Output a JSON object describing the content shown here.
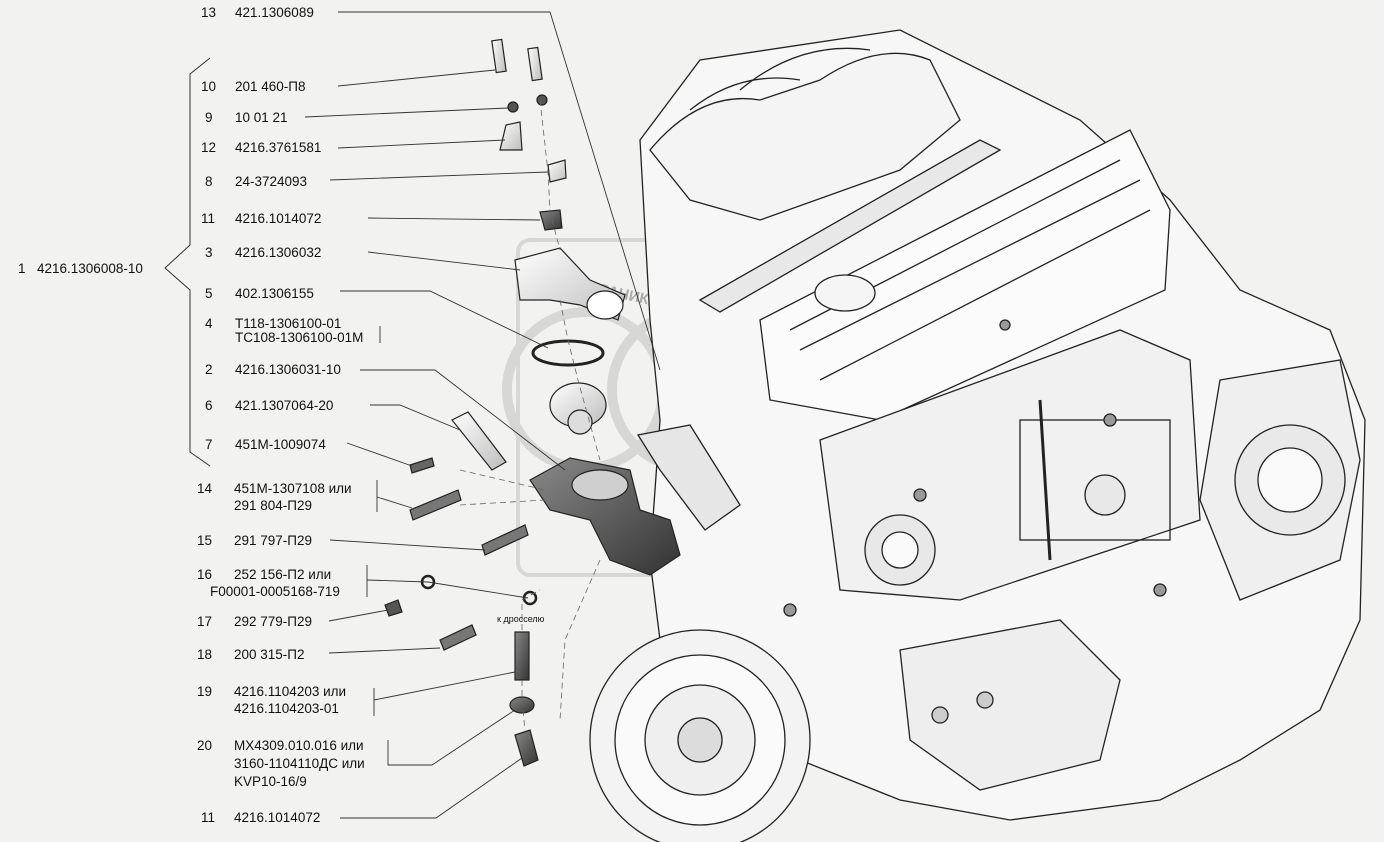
{
  "assembly": {
    "number": "1",
    "code": "4216.1306008-10"
  },
  "parts": [
    {
      "num": "13",
      "code": "421.1306089"
    },
    {
      "num": "10",
      "code": "201 460-П8"
    },
    {
      "num": "9",
      "code": "10 01 21"
    },
    {
      "num": "12",
      "code": "4216.3761581"
    },
    {
      "num": "8",
      "code": "24-3724093"
    },
    {
      "num": "11",
      "code": "4216.1014072"
    },
    {
      "num": "3",
      "code": "4216.1306032"
    },
    {
      "num": "5",
      "code": "402.1306155"
    },
    {
      "num": "4",
      "code": "Т118-1306100-01",
      "code2": "ТС108-1306100-01М"
    },
    {
      "num": "2",
      "code": "4216.1306031-10"
    },
    {
      "num": "6",
      "code": "421.1307064-20"
    },
    {
      "num": "7",
      "code": "451М-1009074"
    },
    {
      "num": "14",
      "code": "451М-1307108 или",
      "code2": "291 804-П29"
    },
    {
      "num": "15",
      "code": "291 797-П29"
    },
    {
      "num": "16",
      "code": "252 156-П2 или",
      "code2": "F00001-0005168-719"
    },
    {
      "num": "17",
      "code": "292 779-П29"
    },
    {
      "num": "18",
      "code": "200 315-П2"
    },
    {
      "num": "19",
      "code": "4216.1104203 или",
      "code2": "4216.1104203-01"
    },
    {
      "num": "20",
      "code": "МХ4309.010.016 или",
      "code2": "3160-1104110ДС или",
      "code3": "KVP10-16/9"
    },
    {
      "num": "11",
      "code": "4216.1014072"
    }
  ],
  "annotation": "к дросселю",
  "watermark": "ГРАНИКА АВТОМОБИЛЕЙ"
}
